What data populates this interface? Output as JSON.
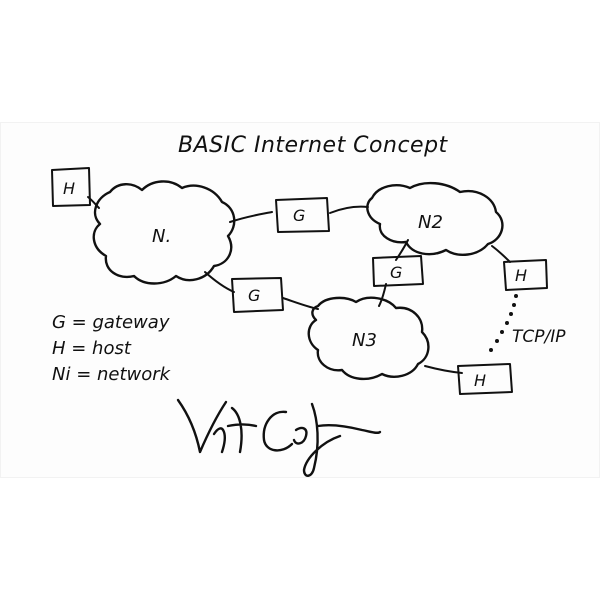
{
  "title": "BASIC Internet Concept",
  "clouds": {
    "n1": "N.",
    "n2": "N2",
    "n3": "N3"
  },
  "boxes": {
    "host_left": "H",
    "gateway_top": "G",
    "gateway_left": "G",
    "gateway_right": "G",
    "host_right_top": "H",
    "host_bottom": "H"
  },
  "protocol_label": "TCP/IP",
  "legend": {
    "gateway": "G = gateway",
    "host": "H = host",
    "network": "Ni = network"
  },
  "signature": "Vint Cerf"
}
